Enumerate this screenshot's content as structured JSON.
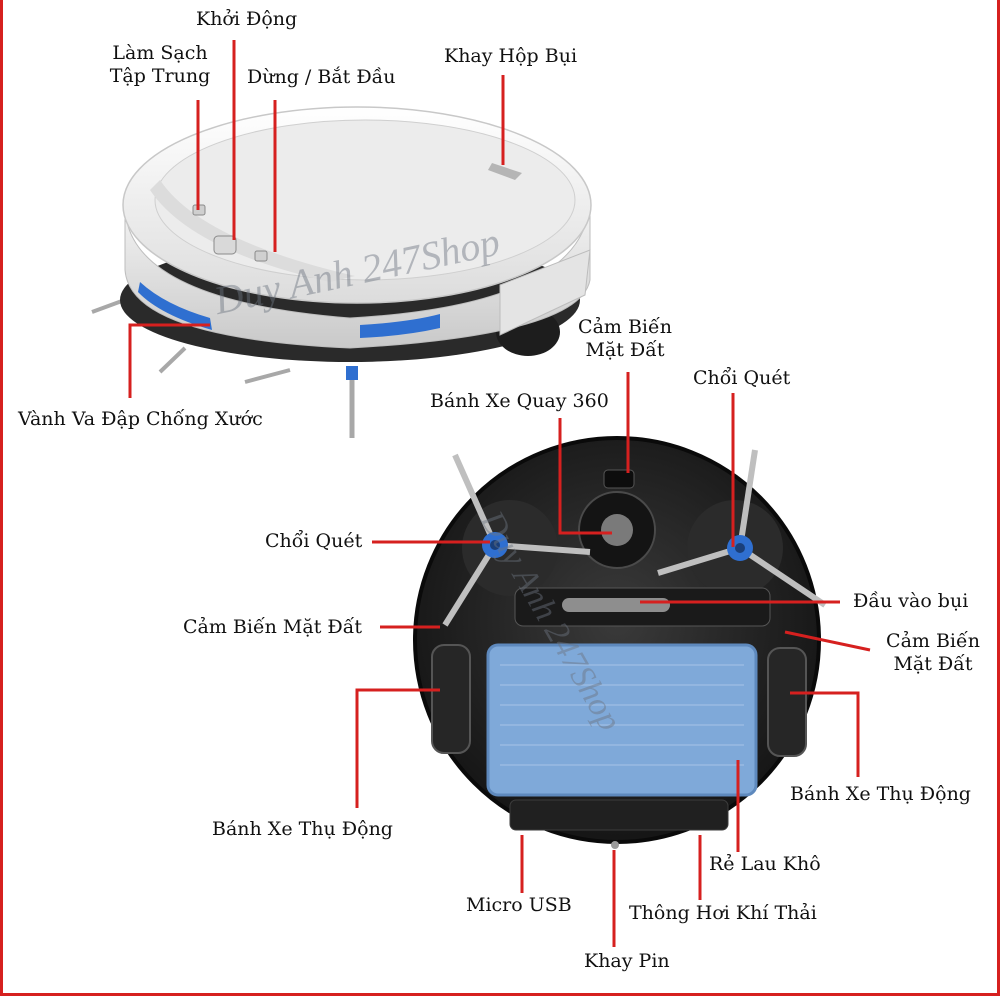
{
  "labels": {
    "concentrated_clean": "Làm Sạch\nTập Trung",
    "start_up": "Khởi Động",
    "stop_start": "Dừng / Bắt Đầu",
    "dust_box_tray": "Khay Hộp Bụi",
    "bumper": "Vành Va Đập Chống Xước",
    "ground_sensor_top": "Cảm Biến\nMặt Đất",
    "wheel_360": "Bánh Xe Quay 360",
    "side_brush_right": "Chổi Quét",
    "side_brush_left": "Chổi Quét",
    "ground_sensor_left": "Cảm Biến Mặt Đất",
    "dust_inlet": "Đầu vào bụi",
    "ground_sensor_right": "Cảm Biến\nMặt Đất",
    "passive_wheel_left": "Bánh Xe Thụ Động",
    "passive_wheel_right": "Bánh Xe Thụ Động",
    "dry_mop": "Rẻ Lau Khô",
    "micro_usb": "Micro USB",
    "exhaust_vent": "Thông Hơi Khí Thải",
    "battery_tray": "Khay Pin"
  },
  "watermark": "Duy Anh 247Shop",
  "colors": {
    "leader": "#d6201f",
    "frame": "#d6201f",
    "accent_blue": "#2f6fd0",
    "robot_top": "#f3f3f3",
    "robot_bottom": "#1c1c1c",
    "mop": "#7fa9d9"
  }
}
